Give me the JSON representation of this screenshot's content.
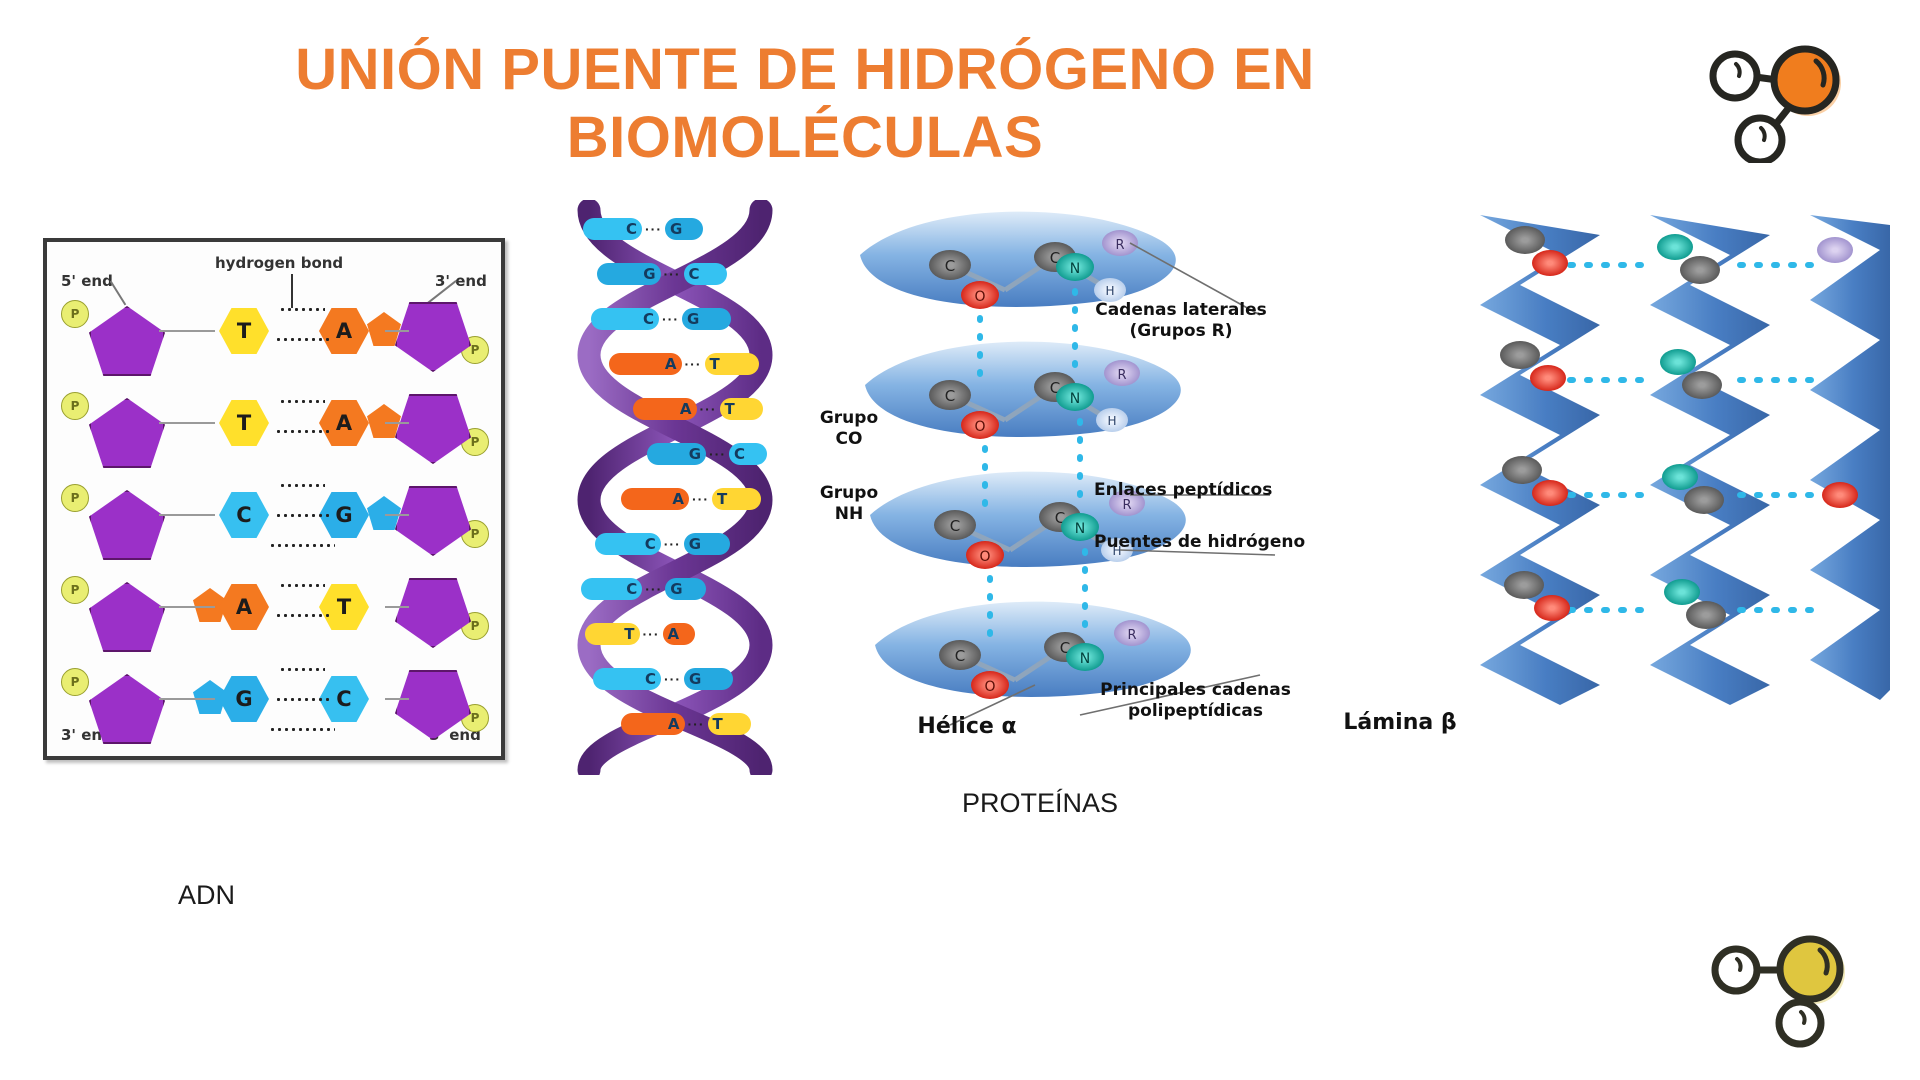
{
  "slide": {
    "title_line1": "UNIÓN PUENTE DE HIDRÓGENO EN",
    "title_line2": "BIOMOLÉCULAS",
    "title_color": "#ED7D31",
    "background": "#FFFFFF"
  },
  "icons": {
    "top_right_water": {
      "name": "water-molecule-icon",
      "oxygen_color": "#F07D1E",
      "hydrogen_color": "#FFFFFF",
      "outline_color": "#262621"
    },
    "bottom_right_water": {
      "name": "water-molecule-icon",
      "oxygen_color": "#DFC63F",
      "hydrogen_color": "#FFFFFF",
      "outline_color": "#262621"
    }
  },
  "dna_panel": {
    "label_hydrogen_bond": "hydrogen bond",
    "label_5end_top": "5' end",
    "label_3end_top": "3' end",
    "label_3end_bottom": "3' end",
    "label_5end_bottom": "5' end",
    "phosphate_symbol": "P",
    "colors": {
      "sugar": "#9B30C8",
      "phosphate": "#E9EE72",
      "T": "#FFE02B",
      "A": "#F47920",
      "C": "#37C0F0",
      "G": "#2BAEE8"
    },
    "rows": [
      {
        "left_base": "T",
        "right_base": "A",
        "bonds": 2
      },
      {
        "left_base": "T",
        "right_base": "A",
        "bonds": 2
      },
      {
        "left_base": "C",
        "right_base": "G",
        "bonds": 3
      },
      {
        "left_base": "A",
        "right_base": "T",
        "bonds": 2
      },
      {
        "left_base": "G",
        "right_base": "C",
        "bonds": 3
      }
    ]
  },
  "helix": {
    "ribbon_color": "#7B3FA0",
    "ribbon_color_dark": "#4E2370",
    "base_pairs": [
      {
        "left": "C",
        "right": "G"
      },
      {
        "left": "G",
        "right": "C"
      },
      {
        "left": "C",
        "right": "G"
      },
      {
        "left": "A",
        "right": "T"
      },
      {
        "left": "A",
        "right": "T"
      },
      {
        "left": "G",
        "right": "C"
      },
      {
        "left": "A",
        "right": "T"
      },
      {
        "left": "C",
        "right": "G"
      },
      {
        "left": "C",
        "right": "G"
      },
      {
        "left": "T",
        "right": "A"
      },
      {
        "left": "C",
        "right": "G"
      },
      {
        "left": "A",
        "right": "T"
      }
    ],
    "bond_dots": "···"
  },
  "protein": {
    "labels": {
      "side_chains": "Cadenas laterales",
      "side_chains_sub": "(Grupos R)",
      "group_co_line1": "Grupo",
      "group_co_line2": "CO",
      "group_nh_line1": "Grupo",
      "group_nh_line2": "NH",
      "peptide_bonds": "Enlaces peptídicos",
      "hydrogen_bridges": "Puentes de hidrógeno",
      "main_chains_line1": "Principales cadenas",
      "main_chains_line2": "polipeptídicas",
      "alpha_helix": "Hélice α",
      "beta_sheet": "Lámina β"
    },
    "atom_colors": {
      "carbon": "#6E6E6E",
      "oxygen": "#E8392B",
      "nitrogen": "#19B5A8",
      "hydrogen": "#CFE0F5",
      "r_group": "#B9A9DC",
      "ribbon": "#5B8FD1"
    }
  },
  "captions": {
    "dna": "ADN",
    "proteins": "PROTEÍNAS"
  }
}
